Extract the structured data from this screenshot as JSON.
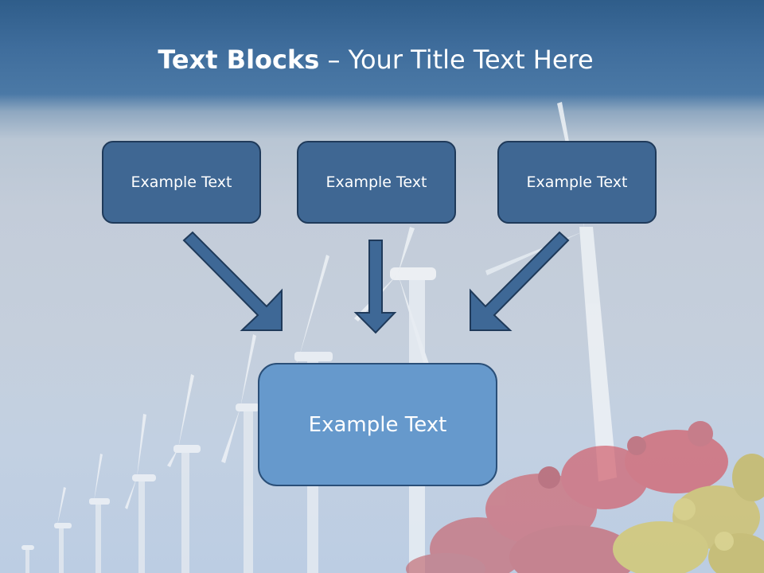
{
  "title": {
    "bold": "Text Blocks",
    "rest": " – Your Title Text Here"
  },
  "blocks": {
    "top": [
      {
        "label": "Example Text"
      },
      {
        "label": "Example Text"
      },
      {
        "label": "Example Text"
      }
    ],
    "bottom": {
      "label": "Example Text"
    }
  },
  "colors": {
    "top_box_fill": "#3f6793",
    "bottom_box_fill": "#6699cc",
    "arrow_fill": "#3e6896",
    "header_band": "#3f6d9c"
  },
  "icons": [
    "wind-turbine-icon",
    "flower-icon",
    "arrow-down-icon"
  ]
}
